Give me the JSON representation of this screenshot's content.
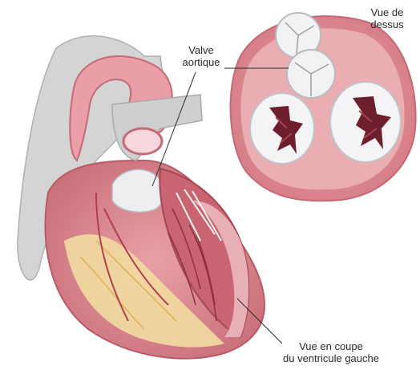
{
  "labels": {
    "top_view": [
      "Vue de",
      "dessus"
    ],
    "aortic_valve": [
      "Valve",
      "aortique"
    ],
    "cross_section": [
      "Vue en coupe",
      "du ventricule gauche"
    ]
  },
  "colors": {
    "background": "#ffffff",
    "heart_muscle": "#d9868e",
    "heart_dark": "#a8414e",
    "vessel_pink": "#e9a4ad",
    "vessel_grey": "#c8c8c8",
    "fat_yellow": "#f2dca0",
    "valve_white": "#e8eaec",
    "leader_line": "#2a2a2a"
  }
}
